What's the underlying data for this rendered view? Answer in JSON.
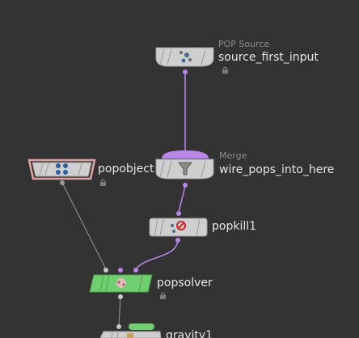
{
  "colors": {
    "background": "#333333",
    "node_fill": "#cfcfcf",
    "node_stroke": "#9a9a9a",
    "wire": "#b987ea",
    "wire_gray": "#9a9a9a",
    "solver_green": "#6fd06f",
    "gravity_green": "#6fd06f",
    "object_outline": "#e3a3a3",
    "type_text": "#8c8c8c",
    "name_text": "#e6e6e6"
  },
  "nodes": {
    "source": {
      "type_label": "POP Source",
      "name": "source_first_input",
      "icon": "particle-source-icon",
      "locked": true
    },
    "merge": {
      "type_label": "Merge",
      "name": "wire_pops_into_here",
      "icon": "funnel-icon",
      "locked": false
    },
    "popobject": {
      "name": "popobject",
      "icon": "particles-blue-icon",
      "locked": true
    },
    "popkill": {
      "name": "popkill1",
      "icon": "kill-icon",
      "locked": false
    },
    "popsolver": {
      "name": "popsolver",
      "icon": "solver-icon",
      "locked": true
    },
    "gravity": {
      "name": "gravity1",
      "icon": "gravity-icon",
      "locked": false
    }
  }
}
